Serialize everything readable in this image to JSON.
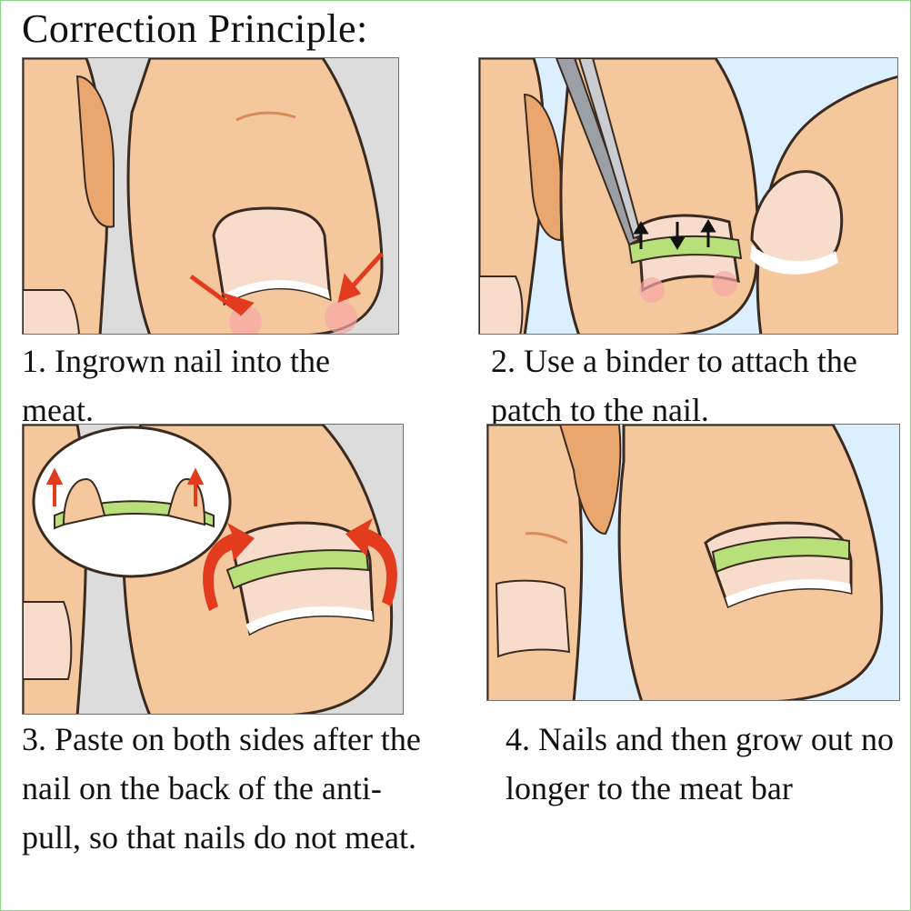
{
  "title": "Correction Principle:",
  "steps": [
    {
      "caption": "1. Ingrown nail into the meat."
    },
    {
      "caption": "2. Use a binder to attach the patch to the nail."
    },
    {
      "caption": "3. Paste on both sides after the nail on the back of the anti-pull, so that nails do not meat."
    },
    {
      "caption": "4. Nails and then grow out no longer to the meat bar"
    }
  ],
  "colors": {
    "skin": "#f4c89c",
    "skin_shadow": "#e9a66f",
    "outline": "#3a2a20",
    "nail": "#f7dccb",
    "patch": "#b7e07a",
    "arrow_red": "#e23b1e",
    "bg_gray": "#dcdcdc",
    "bg_blue": "#dcefff"
  }
}
